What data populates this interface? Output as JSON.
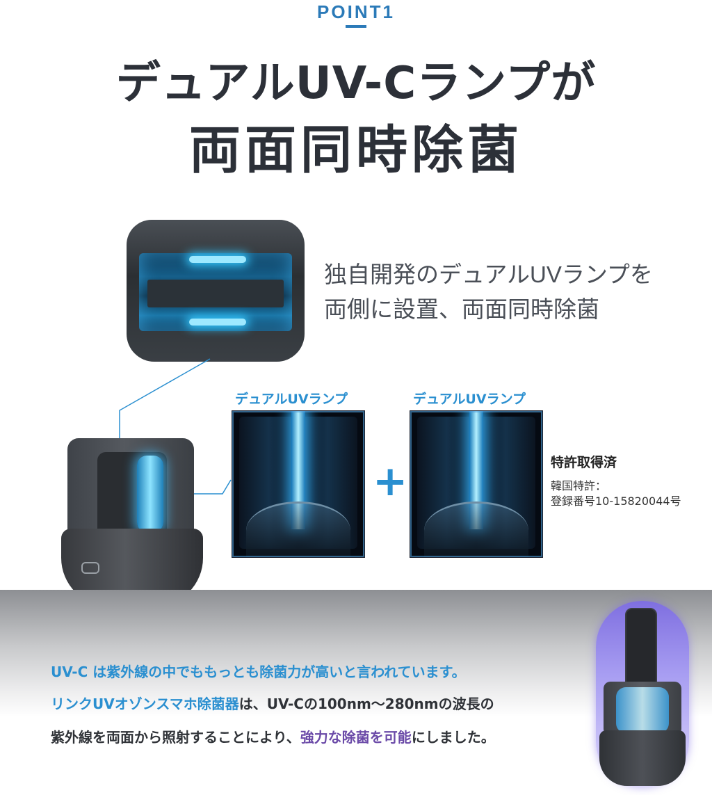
{
  "header": {
    "point_label": "POINT1",
    "headline_line1": "デュアルUV-Cランプが",
    "headline_line2": "両面同時除菌"
  },
  "description": {
    "line1": "独自開発のデュアルUVランプを",
    "line2": "両側に設置、両面同時除菌"
  },
  "panels": [
    {
      "label": "デュアルUVランプ"
    },
    {
      "label": "デュアルUVランプ"
    }
  ],
  "plus_symbol": "+",
  "patent": {
    "title": "特許取得済",
    "line1": "韓国特許：",
    "line2": "登録番号10-15820044号"
  },
  "body": {
    "line1_blue": "UV-C は紫外線の中でももっとも除菌力が高いと言われています。",
    "line2_blue": "リンクUVオゾンスマホ除菌器",
    "line2_rest": "は、UV-Cの100nm～280nmの波長の",
    "line3_start": "紫外線を両面から照射することにより、",
    "line3_purple": "強力な除菌を可能",
    "line3_end": "にしました。"
  },
  "colors": {
    "accent_blue": "#2a8fd0",
    "accent_purple": "#6b4aa8",
    "uv_glow": "#35c9ff"
  }
}
